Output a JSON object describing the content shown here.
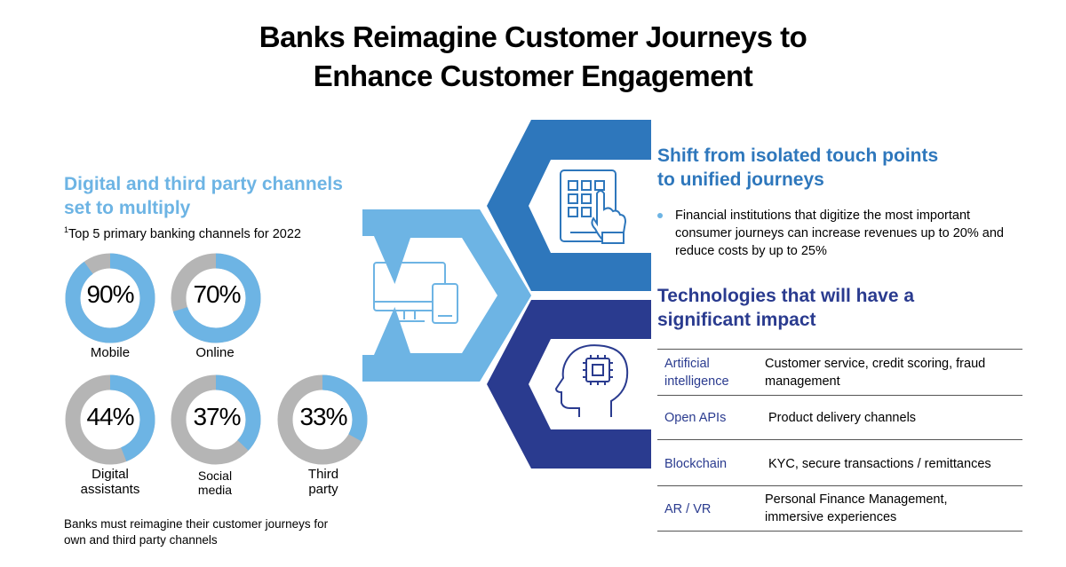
{
  "title": {
    "line1": "Banks Reimagine Customer Journeys to",
    "line2": "Enhance Customer Engagement"
  },
  "left": {
    "heading_line1": "Digital and third party channels",
    "heading_line2": "set to multiply",
    "sub_sup": "1",
    "sub": "Top 5 primary banking channels for 2022",
    "channels": [
      {
        "value": "90%",
        "label": "Mobile",
        "percent": 90
      },
      {
        "value": "70%",
        "label": "Online",
        "percent": 70
      },
      {
        "value": "44%",
        "label_line1": "Digital",
        "label_line2": "assistants",
        "percent": 44
      },
      {
        "value": "37%",
        "label_line1": "Social",
        "label_line2": "media",
        "percent": 37
      },
      {
        "value": "33%",
        "label_line1": "Third",
        "label_line2": "party",
        "percent": 33
      }
    ],
    "note_line1": "Banks must reimagine their customer journeys for",
    "note_line2": "own and third party channels"
  },
  "right": {
    "heading1_line1": "Shift from isolated touch points",
    "heading1_line2": "to unified journeys",
    "bullet": "Financial institutions that digitize the most important consumer journeys can increase revenues up to 20% and reduce costs by up to 25%",
    "heading2_line1": "Technologies that will have a",
    "heading2_line2": "significant impact",
    "technologies": [
      {
        "name_line1": "Artificial",
        "name_line2": "intelligence",
        "use_line1": "Customer service, credit scoring, fraud",
        "use_line2": "management"
      },
      {
        "name": "Open APIs",
        "use": "Product delivery channels"
      },
      {
        "name": "Blockchain",
        "use": "KYC, secure transactions / remittances"
      },
      {
        "name": "AR / VR",
        "use_line1": "Personal Finance Management,",
        "use_line2": "immersive experiences"
      }
    ]
  },
  "icons": [
    "devices-icon",
    "tablet-touch-icon",
    "ai-head-icon"
  ],
  "colors": {
    "light_blue": "#6db4e4",
    "mid_blue": "#2e77bc",
    "dark_blue": "#2a3b8f",
    "gray": "#b5b5b5"
  }
}
